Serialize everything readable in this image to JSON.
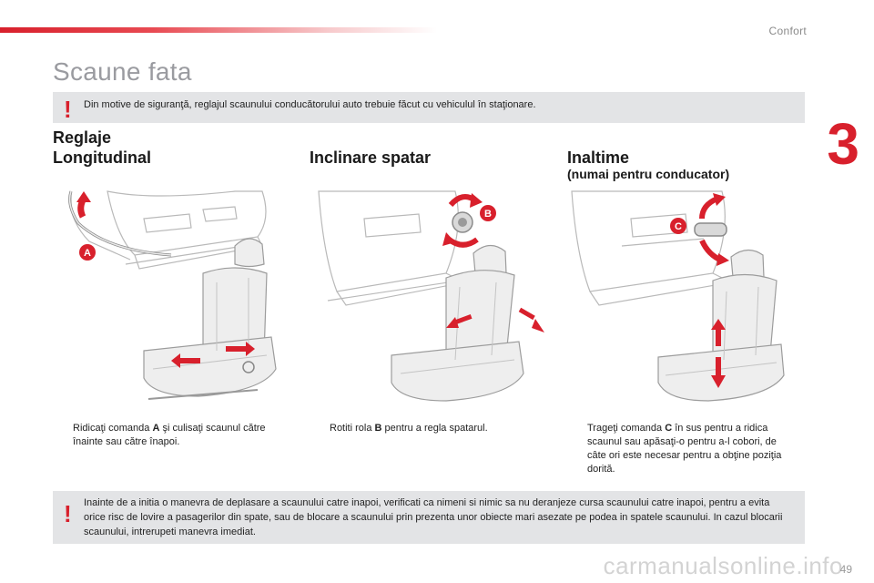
{
  "header": {
    "section": "Confort",
    "chapter": "3"
  },
  "title": "Scaune fata",
  "notice_top": "Din motive de siguranţă, reglajul scaunului conducătorului auto trebuie făcut cu vehiculul în staţionare.",
  "columns": [
    {
      "heading_line1": "Reglaje",
      "heading_line2": "Longitudinal",
      "label": "A",
      "caption": [
        {
          "t": "Ridicaţi comanda "
        },
        {
          "b": "A"
        },
        {
          "t": " şi culisaţi scaunul către înainte sau către înapoi."
        }
      ]
    },
    {
      "heading": "Inclinare spatar",
      "label": "B",
      "caption": [
        {
          "t": "Rotiti rola "
        },
        {
          "b": "B"
        },
        {
          "t": " pentru a regla spatarul."
        }
      ]
    },
    {
      "heading": "Inaltime",
      "subheading": "(numai pentru conducator)",
      "label": "C",
      "caption": [
        {
          "t": "Trageţi comanda "
        },
        {
          "b": "C"
        },
        {
          "t": " în sus pentru a ridica scaunul sau apăsaţi-o pentru a-l cobori, de câte ori este necesar pentru a obţine poziţia dorită."
        }
      ]
    }
  ],
  "notice_bottom": "Inainte de a initia o manevra de deplasare a scaunului catre inapoi, verificati ca nimeni si nimic sa nu deranjeze cursa scaunului catre inapoi, pentru a evita orice risc de lovire a pasagerilor din spate, sau de blocare a scaunului prin prezenta unor obiecte mari asezate pe podea in spatele scaunului. In cazul blocarii scaunului, intrerupeti manevra imediat.",
  "warning_symbol": "!",
  "bullet_symbol": "",
  "page_number": "49",
  "watermark": "carmanualsonline.info",
  "colors": {
    "accent": "#d8202c",
    "notice_bg": "#e3e4e6",
    "title": "#9a9ba0"
  }
}
